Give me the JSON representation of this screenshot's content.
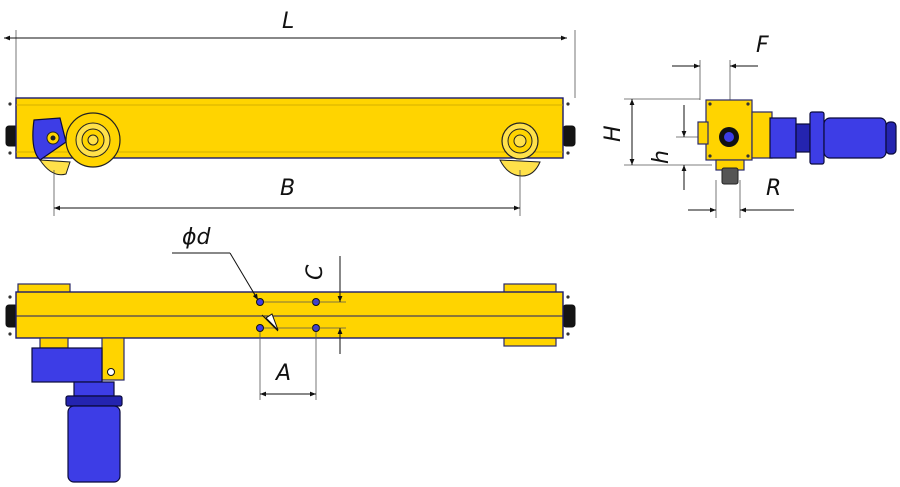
{
  "colors": {
    "beam": "#FFD400",
    "beam_outline": "#1a1a6e",
    "motor": "#3D3DE6",
    "motor_dark": "#2424b0",
    "buffer": "#141414",
    "wheel": "#FFE14A",
    "dimension": "#111111"
  },
  "labels": {
    "L": "L",
    "B": "B",
    "F": "F",
    "H": "H",
    "h": "h",
    "R": "R",
    "d": "ϕd",
    "C": "C",
    "A": "A"
  }
}
